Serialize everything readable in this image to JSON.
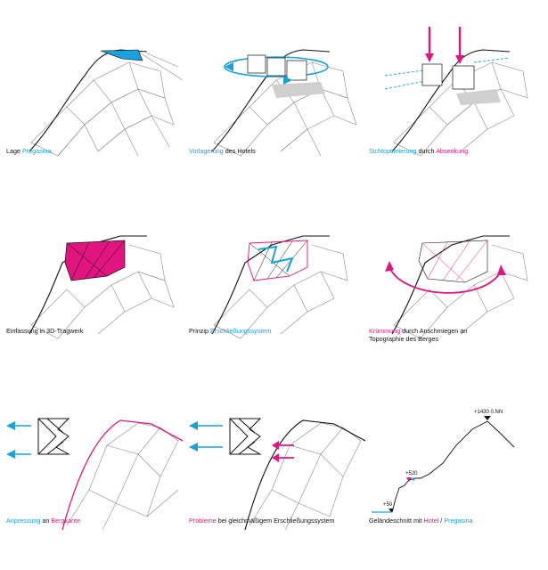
{
  "colors": {
    "blue": "#1aa0dc",
    "pink": "#e0157f",
    "line": "#111111",
    "mesh": "#8a8a8a"
  },
  "panels": [
    {
      "parts": [
        "Lage ",
        "Pregasina"
      ]
    },
    {
      "parts": [
        "Vorlagerung",
        " des Hotels"
      ]
    },
    {
      "parts": [
        "Sichtoptimierung",
        " durch ",
        "Absenkung"
      ]
    },
    {
      "parts": [
        "Einfassung in 3D-Tragwerk"
      ]
    },
    {
      "parts": [
        "Prinzip ",
        "Erschließungssystem"
      ]
    },
    {
      "parts": [
        "Krümmung",
        " durch Anschmiegen an"
      ],
      "line2": "Topographie des Berges"
    },
    {
      "parts": [
        "Anpressung",
        " an ",
        "Bergkante"
      ]
    },
    {
      "parts": [
        "Probleme",
        " bei gleichmäßigem Erschließungssystem"
      ]
    },
    {
      "parts": [
        "Geländeschnitt mit ",
        "Hotel",
        " / ",
        "Pregasina"
      ]
    }
  ],
  "section_labels": {
    "top": "+1430 0.NN",
    "mid": "+520",
    "low": "+50"
  }
}
